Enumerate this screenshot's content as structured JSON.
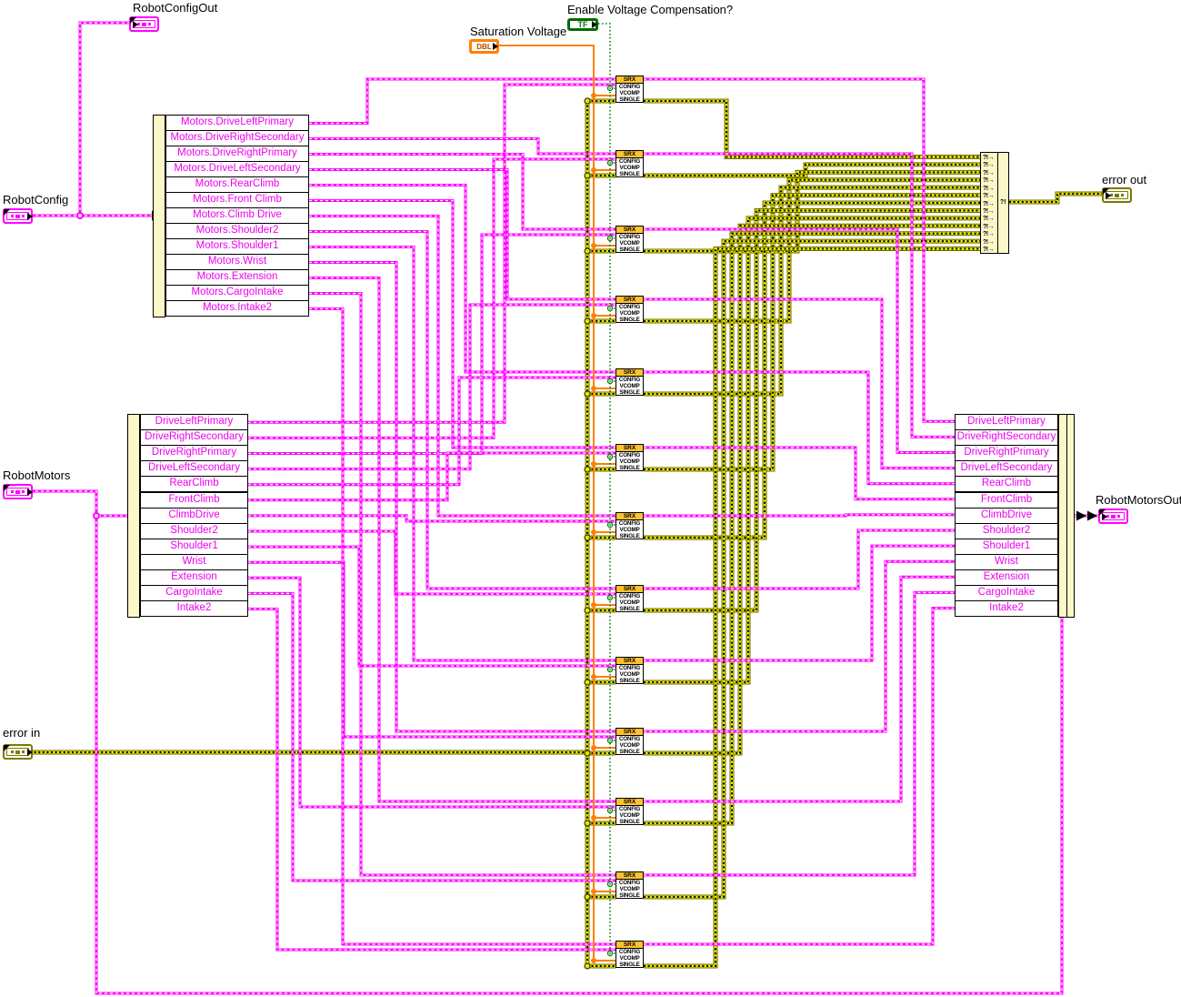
{
  "diagram": {
    "title": "LabVIEW block diagram - SRX voltage compensation configuration",
    "colors": {
      "background": "#FFFFFF",
      "cluster_wire": "#FF00FF",
      "cluster_text": "#EE00EE",
      "error_wire_dark": "#6E6E00",
      "error_wire_light": "#E6E600",
      "numeric_wire": "#FF8000",
      "boolean_wire": "#0A7A0A",
      "node_strip": "#FBF7C8",
      "srx_header_fill": "#FFC12E",
      "tf_border": "#056B05",
      "dbl_border": "#FF8000"
    },
    "labels": {
      "robot_config_out": "RobotConfigOut",
      "robot_config": "RobotConfig",
      "robot_motors": "RobotMotors",
      "error_in": "error in",
      "saturation_voltage": "Saturation Voltage",
      "enable_voltage_comp": "Enable Voltage Compensation?",
      "error_out": "error out",
      "robot_motors_out": "RobotMotorsOut"
    },
    "terminals": {
      "tf_glyph": "TF",
      "dbl_glyph": "DBL"
    },
    "srx_node": {
      "header": "SRX",
      "lines": [
        "CONFIG",
        "VCOMP",
        "SINGLE"
      ],
      "count": 13
    },
    "merge_errors": {
      "input_glyph": "?!",
      "arrow": "→",
      "output_glyph": "?!",
      "input_count": 13
    },
    "unbundle_config": {
      "fields": [
        "Motors.DriveLeftPrimary",
        "Motors.DriveRightSecondary",
        "Motors.DriveRightPrimary",
        "Motors.DriveLeftSecondary",
        "Motors.RearClimb",
        "Motors.Front Climb",
        "Motors.Climb Drive",
        "Motors.Shoulder2",
        "Motors.Shoulder1",
        "Motors.Wrist",
        "Motors.Extension",
        "Motors.CargoIntake",
        "Motors.Intake2"
      ]
    },
    "unbundle_motors": {
      "fields": [
        "DriveLeftPrimary",
        "DriveRightSecondary",
        "DriveRightPrimary",
        "DriveLeftSecondary",
        "RearClimb",
        "FrontClimb",
        "ClimbDrive",
        "Shoulder2",
        "Shoulder1",
        "Wrist",
        "Extension",
        "CargoIntake",
        "Intake2"
      ]
    },
    "bundle_motors": {
      "fields": [
        "DriveLeftPrimary",
        "DriveRightSecondary",
        "DriveRightPrimary",
        "DriveLeftSecondary",
        "RearClimb",
        "FrontClimb",
        "ClimbDrive",
        "Shoulder2",
        "Shoulder1",
        "Wrist",
        "Extension",
        "CargoIntake",
        "Intake2"
      ]
    }
  }
}
